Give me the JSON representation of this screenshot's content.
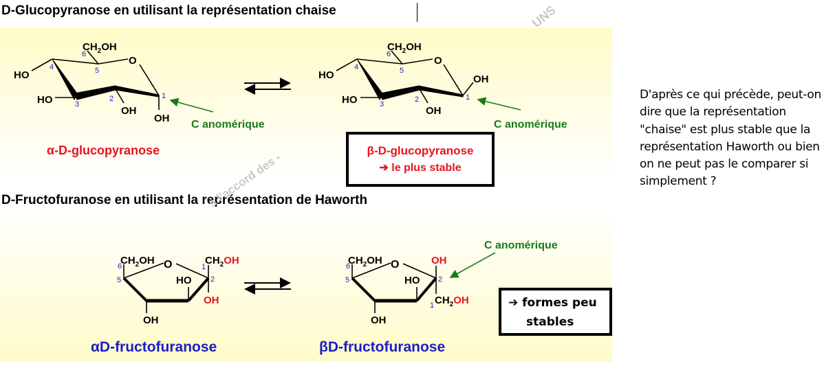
{
  "headings": {
    "glucopyranose": "D-Glucopyranose en utilisant la représentation chaise",
    "fructofuranose": "D-Fructofuranose en utilisant la représentation de Haworth"
  },
  "watermark": {
    "top": "UNS",
    "diagonal": "s l'accord des -"
  },
  "glucose": {
    "ch2oh": "CH",
    "sub2": "2",
    "oh": "OH",
    "ho": "HO",
    "ring_o": "O",
    "numbers": [
      "1",
      "2",
      "3",
      "4",
      "5",
      "6"
    ],
    "alpha_name": "α-D-glucopyranose",
    "beta_name": "β-D-glucopyranose",
    "beta_note": "➔ le plus stable",
    "anomeric_label": "C anomérique"
  },
  "fructose": {
    "alpha_name": "αD-fructofuranose",
    "beta_name": "βD-fructofuranose",
    "anomeric_label": "C anomérique",
    "forms_note_line1": "➔ formes peu",
    "forms_note_line2": "stables"
  },
  "question": "D'après ce qui précède, peut-on dire que la représentation \"chaise\" est plus stable que la représentation Haworth ou bien on ne peut pas le comparer si simplement ?",
  "colors": {
    "red": "#e8141c",
    "green": "#1a7a1a",
    "blue_number": "#1c1cc8",
    "blue_name": "#1c1cc8",
    "panel_yellow": "#fffbc8"
  }
}
